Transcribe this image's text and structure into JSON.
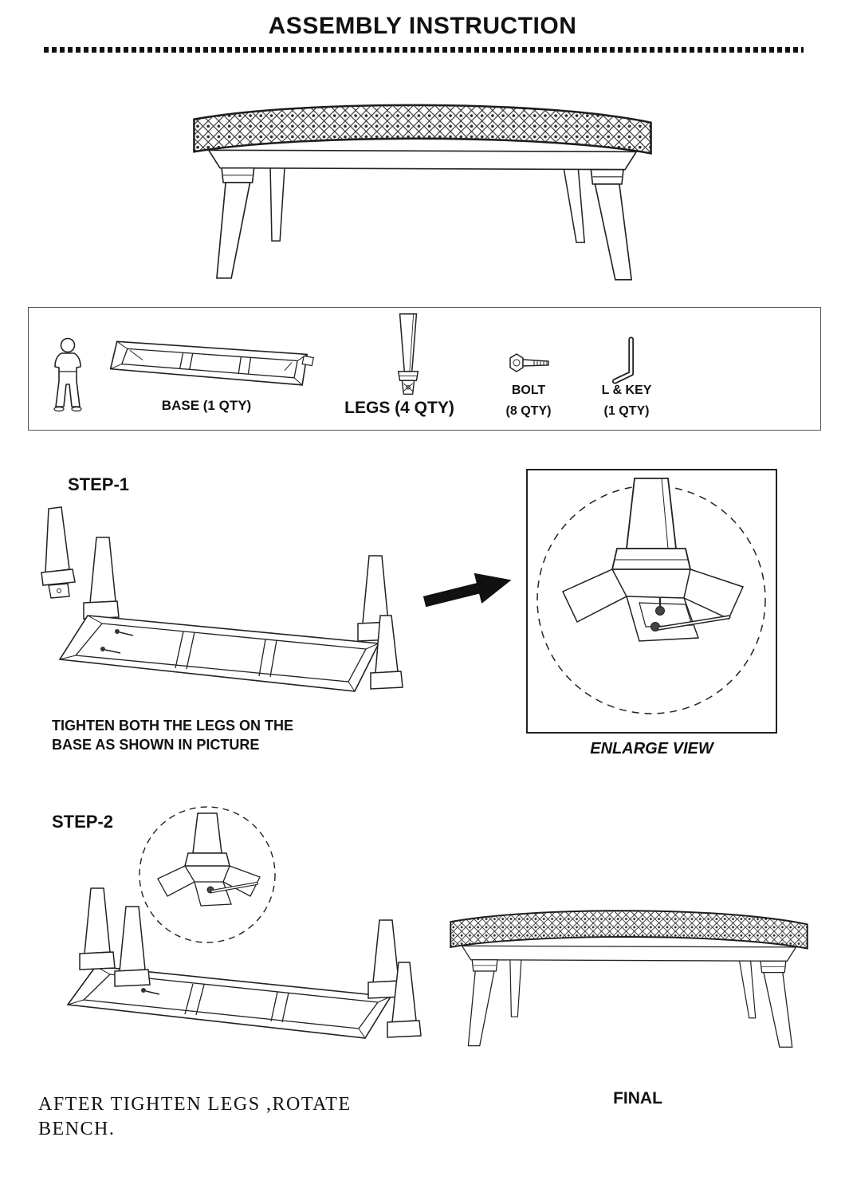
{
  "title": "ASSEMBLY INSTRUCTION",
  "parts_box": {
    "base_label": "BASE (1 QTY)",
    "legs_label": "LEGS (4 QTY)",
    "bolt_label": "BOLT",
    "bolt_qty": "(8 QTY)",
    "key_label": "L & KEY",
    "key_qty": "(1 QTY)"
  },
  "step1": {
    "label": "STEP-1",
    "instruction": "TIGHTEN BOTH THE LEGS ON THE\nBASE AS SHOWN IN PICTURE",
    "enlarge_caption": "ENLARGE VIEW"
  },
  "step2": {
    "label": "STEP-2",
    "instruction": "AFTER TIGHTEN LEGS ,ROTATE\nBENCH.",
    "final_label": "FINAL"
  },
  "colors": {
    "ink": "#1a1a1a",
    "paper": "#ffffff"
  }
}
